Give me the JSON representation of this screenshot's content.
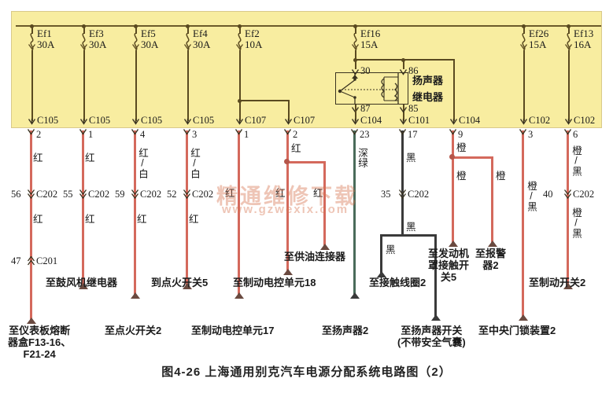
{
  "caption": "图4-26  上海通用别克汽车电源分配系统电路图（2）",
  "watermark": {
    "line1": "精通维修下载",
    "line2": "www.gzwexix.com"
  },
  "colors": {
    "fusebox_fill": "#f8eda0",
    "fusebox_border": "#d9c98a",
    "red_wire": "#d4695c",
    "black_wire": "#3a3a3a",
    "green_wire": "#4a6b5a",
    "line": "#5a4a20"
  },
  "relay": {
    "name": "扬声器\n继电器",
    "name_line1": "扬声器",
    "name_line2": "继电器",
    "terminals": {
      "t30": "30",
      "t86": "86",
      "t87": "87",
      "t85": "85"
    }
  },
  "fuses": [
    {
      "id": "Ef1",
      "rating": "30A"
    },
    {
      "id": "Ef3",
      "rating": "30A"
    },
    {
      "id": "Ef5",
      "rating": "30A"
    },
    {
      "id": "Ef4",
      "rating": "30A"
    },
    {
      "id": "Ef2",
      "rating": "10A"
    },
    {
      "id": "Ef16",
      "rating": "15A"
    },
    {
      "id": "Ef26",
      "rating": "15A"
    },
    {
      "id": "Ef13",
      "rating": "16A"
    }
  ],
  "branches": [
    {
      "connector": "C105",
      "pin": "2",
      "wire_color_top": "红",
      "mid_connector": {
        "pin": "56",
        "name": "C202"
      },
      "wire_color_mid": "红",
      "second_connector": {
        "pin": "47",
        "name": "C201"
      },
      "destination": "至仪表板熔断\n器盒F13-16、\nF21-24",
      "dest_l1": "至仪表板熔断",
      "dest_l2": "器盒F13-16、",
      "dest_l3": "F21-24"
    },
    {
      "connector": "C105",
      "pin": "1",
      "wire_color_top": "红",
      "mid_connector": {
        "pin": "55",
        "name": "C202"
      },
      "wire_color_mid": "红",
      "destination": "至鼓风机继电器"
    },
    {
      "connector": "C105",
      "pin": "4",
      "wire_color_top": "红/白",
      "mid_connector": {
        "pin": "59",
        "name": "C202"
      },
      "wire_color_mid": "红",
      "destination": "至点火开关2"
    },
    {
      "connector": "C105",
      "pin": "3",
      "wire_color_top": "红/白",
      "mid_connector": {
        "pin": "52",
        "name": "C202"
      },
      "wire_color_mid": "红",
      "destination": "到点火开关5"
    },
    {
      "connector": "C107",
      "pin": "1",
      "wire_color_top": "红",
      "destination": "至制动电控单元17"
    },
    {
      "connector": "C107",
      "pin": "2",
      "wire_color_top": "红",
      "wire_color_branch": "红",
      "destination": "至制动电控单元18",
      "branch_destination": "至供油连接器"
    },
    {
      "connector": "C104",
      "pin": "23",
      "wire_color_top": "深绿",
      "destination": "至扬声器2"
    },
    {
      "connector": "C101",
      "pin": "17",
      "wire_color_top": "黑",
      "mid_connector": {
        "pin": "35",
        "name": "C202"
      },
      "wire_color_mid": "黑",
      "wire_color_branch": "黑",
      "destination": "至扬声器开关\n(不带安全气囊)",
      "dest_l1": "至扬声器开关",
      "dest_l2": "(不带安全气囊)",
      "branch_destination": "至接触线圈2"
    },
    {
      "connector": "C104",
      "pin": "9",
      "wire_color_top": "橙",
      "wire_color_mid": "橙",
      "wire_color_branch": "橙",
      "destination": "至发动机\n罩接触开\n关5",
      "dest_l1": "至发动机",
      "dest_l2": "罩接触开",
      "dest_l3": "关5",
      "branch_destination": "至报警\n器2",
      "branch_l1": "至报警",
      "branch_l2": "器2"
    },
    {
      "connector": "C102",
      "pin": "3",
      "wire_color_top": "橙/黑",
      "destination": "至中央门锁装置2"
    },
    {
      "connector": "C102",
      "pin": "6",
      "wire_color_top": "橙/黑",
      "mid_connector": {
        "pin": "40",
        "name": "C202"
      },
      "wire_color_mid": "橙/黑",
      "destination": "至制动开关2"
    }
  ]
}
